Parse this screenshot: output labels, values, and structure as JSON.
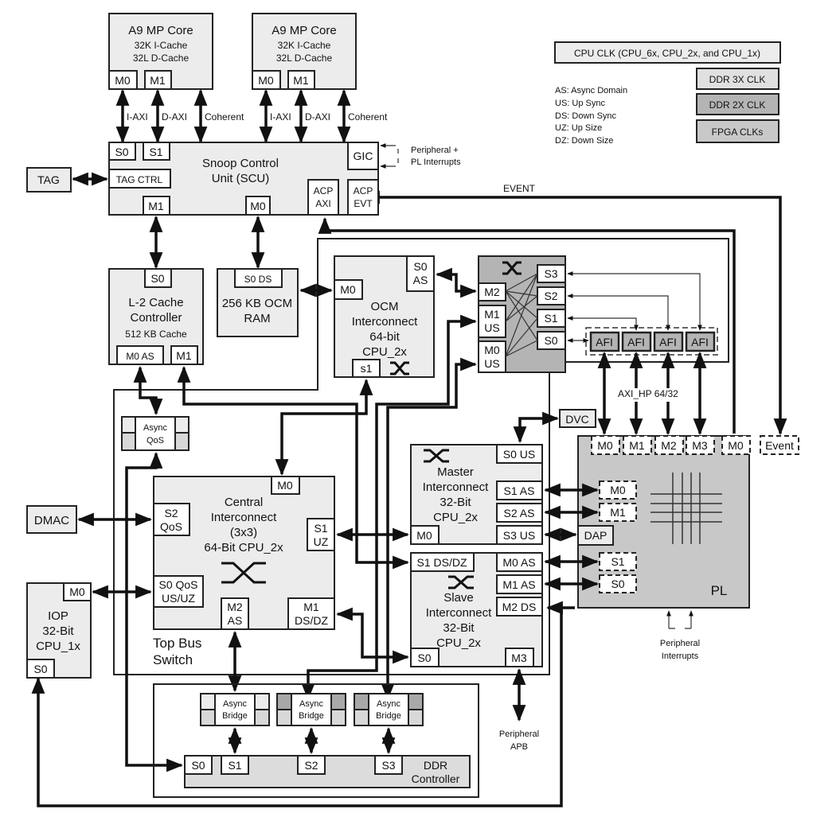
{
  "cores": [
    {
      "title": "A9 MP Core",
      "line1": "32K I-Cache",
      "line2": "32L D-Cache",
      "port_m0": "M0",
      "port_m1": "M1",
      "label_iaxi": "I-AXI",
      "label_daxi": "D-AXI",
      "label_coherent": "Coherent"
    },
    {
      "title": "A9 MP Core",
      "line1": "32K I-Cache",
      "line2": "32L D-Cache",
      "port_m0": "M0",
      "port_m1": "M1",
      "label_iaxi": "I-AXI",
      "label_daxi": "D-AXI",
      "label_coherent": "Coherent"
    }
  ],
  "legend": {
    "cpu_clk": "CPU CLK (CPU_6x, CPU_2x, and CPU_1x)",
    "ddr3x": "DDR 3X CLK",
    "ddr2x": "DDR 2X CLK",
    "fpga": "FPGA CLKs",
    "abbreviations": [
      "AS: Async Domain",
      "US: Up Sync",
      "DS: Down Sync",
      "UZ: Up Size",
      "DZ: Down Size"
    ]
  },
  "scu": {
    "title1": "Snoop Control",
    "title2": "Unit (SCU)",
    "s0": "S0",
    "s1": "S1",
    "tag_ctrl": "TAG CTRL",
    "gic": "GIC",
    "m1": "M1",
    "m0": "M0",
    "acp_axi1": "ACP",
    "acp_axi2": "AXI",
    "acp_evt1": "ACP",
    "acp_evt2": "EVT",
    "interrupts1": "Peripheral +",
    "interrupts2": "PL Interrupts"
  },
  "tag": "TAG",
  "event_label": "EVENT",
  "l2": {
    "port_s0": "S0",
    "title1": "L-2 Cache",
    "title2": "Controller",
    "sub": "512 KB Cache",
    "port_m0": "M0 AS",
    "port_m1": "M1"
  },
  "ocm_ram": {
    "port": "S0 DS",
    "title1": "256 KB OCM",
    "title2": "RAM"
  },
  "ocm_ic": {
    "port_m0": "M0",
    "port_s0_1": "S0",
    "port_s0_2": "AS",
    "title1": "OCM",
    "title2": "Interconnect",
    "title3": "64-bit",
    "title4": "CPU_2x",
    "port_s1": "s1"
  },
  "hp_switch": {
    "m2": "M2",
    "m1a": "M1",
    "m1b": "US",
    "m0a": "M0",
    "m0b": "US",
    "s3": "S3",
    "s2": "S2",
    "s1": "S1",
    "s0": "S0",
    "afi": [
      "AFI",
      "AFI",
      "AFI",
      "AFI"
    ],
    "axi_hp": "AXI_HP 64/32"
  },
  "async_qos": {
    "l1": "Async",
    "l2": "QoS"
  },
  "dvc": "DVC",
  "dmac": "DMAC",
  "central": {
    "m0": "M0",
    "s2a": "S2",
    "s2b": "QoS",
    "title1": "Central",
    "title2": "Interconnect",
    "title3": "(3x3)",
    "title4": "64-Bit CPU_2x",
    "s1a": "S1",
    "s1b": "UZ",
    "s0a": "S0 QoS",
    "s0b": "US/UZ",
    "m2a": "M2",
    "m2b": "AS",
    "m1a": "M1",
    "m1b": "DS/DZ",
    "top_bus1": "Top Bus",
    "top_bus2": "Switch"
  },
  "iop": {
    "m0": "M0",
    "title1": "IOP",
    "title2": "32-Bit",
    "title3": "CPU_1x",
    "s0": "S0"
  },
  "master_ic": {
    "title1": "Master",
    "title2": "Interconnect",
    "title3": "32-Bit",
    "title4": "CPU_2x",
    "s0": "S0 US",
    "s1": "S1 AS",
    "s2": "S2 AS",
    "s3": "S3 US",
    "m0": "M0"
  },
  "slave_ic": {
    "s1": "S1 DS/DZ",
    "m0": "M0 AS",
    "m1": "M1 AS",
    "m2": "M2 DS",
    "title1": "Slave",
    "title2": "Interconnect",
    "title3": "32-Bit",
    "title4": "CPU_2x",
    "s0": "S0",
    "m3": "M3"
  },
  "dap": "DAP",
  "peripheral_apb1": "Peripheral",
  "peripheral_apb2": "APB",
  "pl": {
    "title": "PL",
    "top_ports": [
      "M0",
      "M1",
      "M2",
      "M3",
      "M0"
    ],
    "event": "Event",
    "left_ports": [
      "M0",
      "M1",
      "S1",
      "S0"
    ],
    "interrupts1": "Peripheral",
    "interrupts2": "Interrupts"
  },
  "ddr": {
    "bridges": [
      {
        "l1": "Async",
        "l2": "Bridge"
      },
      {
        "l1": "Async",
        "l2": "Bridge"
      },
      {
        "l1": "Async",
        "l2": "Bridge"
      }
    ],
    "ports": [
      "S0",
      "S1",
      "S2",
      "S3"
    ],
    "title1": "DDR",
    "title2": "Controller"
  }
}
